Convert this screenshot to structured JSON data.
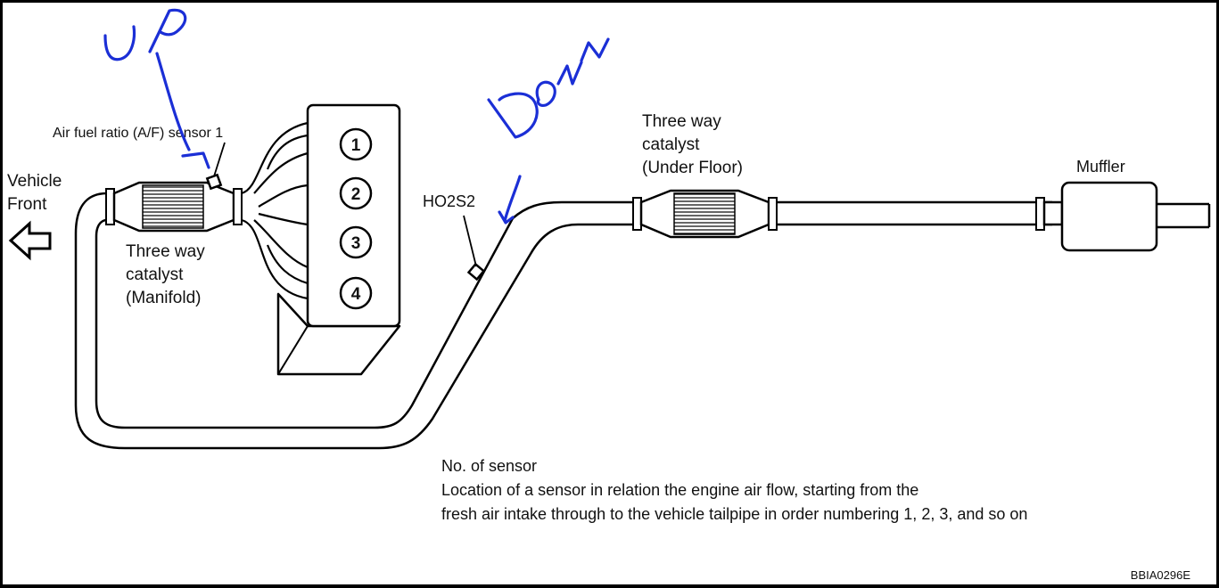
{
  "labels": {
    "vehicle_front_line1": "Vehicle",
    "vehicle_front_line2": "Front",
    "af_sensor": "Air fuel ratio (A/F) sensor 1",
    "manifold_cat_line1": "Three way",
    "manifold_cat_line2": "catalyst",
    "manifold_cat_line3": "(Manifold)",
    "ho2s2": "HO2S2",
    "underfloor_cat_line1": "Three way",
    "underfloor_cat_line2": "catalyst",
    "underfloor_cat_line3": "(Under Floor)",
    "muffler": "Muffler",
    "figure_code": "BBIA0296E"
  },
  "cylinders": [
    "1",
    "2",
    "3",
    "4"
  ],
  "note": {
    "title": "No. of sensor",
    "line1": "Location of a sensor in relation the engine air flow, starting from the",
    "line2": "fresh air intake through to the vehicle tailpipe in order numbering 1, 2, 3, and so on"
  },
  "handwriting": {
    "up": "UP",
    "down": "DOWN",
    "color": "#1b2fd6"
  }
}
